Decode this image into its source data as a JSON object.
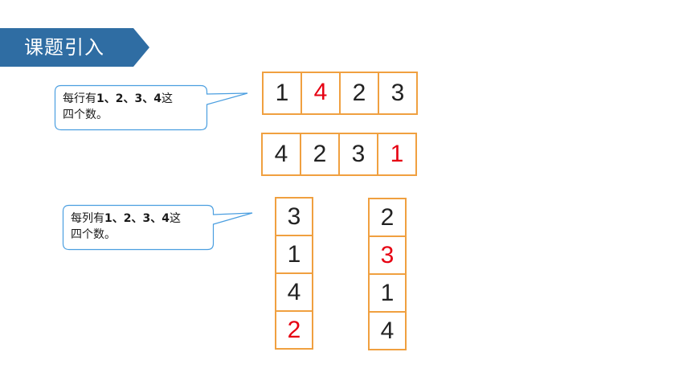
{
  "banner": {
    "title": "课题引入",
    "color": "#2f6da3"
  },
  "callouts": [
    {
      "text_prefix": "每行有",
      "text_bold": "1、2、3、4",
      "text_suffix": "这",
      "text_line2": "四个数。"
    },
    {
      "text_prefix": "每列有",
      "text_bold": "1、2、3、4",
      "text_suffix": "这",
      "text_line2": "四个数。"
    }
  ],
  "grids": {
    "row1": [
      "1",
      "4",
      "2",
      "3"
    ],
    "row2": [
      "4",
      "2",
      "3",
      "1"
    ],
    "col1": [
      "3",
      "1",
      "4",
      "2"
    ],
    "col2": [
      "2",
      "3",
      "1",
      "4"
    ]
  },
  "colors": {
    "cell_border": "#f0a040",
    "highlight": "#e60012",
    "callout_border": "#4a9ee0"
  }
}
